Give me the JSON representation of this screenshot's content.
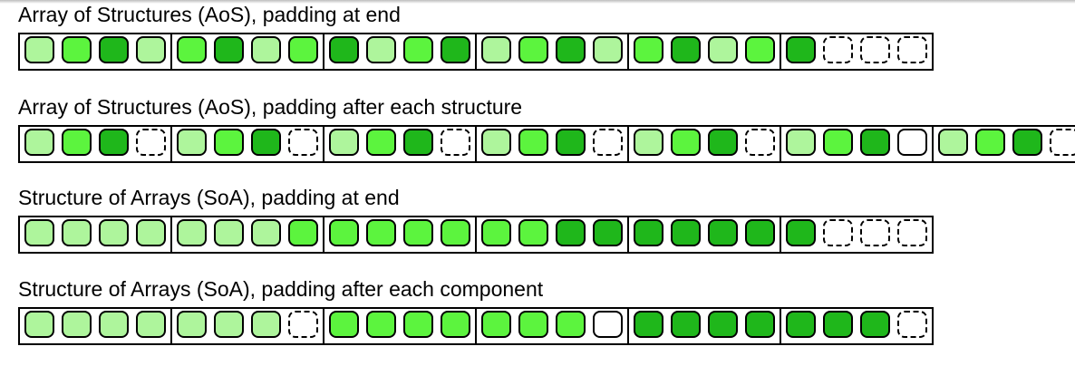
{
  "colors": {
    "light": "#aef59c",
    "mid": "#5cf43e",
    "dark": "#1fb71b",
    "pad": "#ffffff",
    "empty": "#ffffff"
  },
  "rows": [
    {
      "title": "Array of Structures (AoS), padding at end",
      "blocks": [
        [
          "light",
          "mid",
          "dark",
          "light"
        ],
        [
          "mid",
          "dark",
          "light",
          "mid"
        ],
        [
          "dark",
          "light",
          "mid",
          "dark"
        ],
        [
          "light",
          "mid",
          "dark",
          "light"
        ],
        [
          "mid",
          "dark",
          "light",
          "mid"
        ],
        [
          "dark",
          "pad",
          "pad",
          "pad"
        ]
      ]
    },
    {
      "title": "Array of Structures (AoS), padding after each structure",
      "blocks": [
        [
          "light",
          "mid",
          "dark",
          "pad"
        ],
        [
          "light",
          "mid",
          "dark",
          "pad"
        ],
        [
          "light",
          "mid",
          "dark",
          "pad"
        ],
        [
          "light",
          "mid",
          "dark",
          "pad"
        ],
        [
          "light",
          "mid",
          "dark",
          "pad"
        ],
        [
          "light",
          "mid",
          "dark",
          "empty"
        ],
        [
          "light",
          "mid",
          "dark",
          "pad"
        ]
      ]
    },
    {
      "title": "Structure of Arrays (SoA), padding at end",
      "blocks": [
        [
          "light",
          "light",
          "light",
          "light"
        ],
        [
          "light",
          "light",
          "light",
          "mid"
        ],
        [
          "mid",
          "mid",
          "mid",
          "mid"
        ],
        [
          "mid",
          "mid",
          "dark",
          "dark"
        ],
        [
          "dark",
          "dark",
          "dark",
          "dark"
        ],
        [
          "dark",
          "pad",
          "pad",
          "pad"
        ]
      ]
    },
    {
      "title": "Structure of Arrays (SoA), padding after each component",
      "blocks": [
        [
          "light",
          "light",
          "light",
          "light"
        ],
        [
          "light",
          "light",
          "light",
          "pad"
        ],
        [
          "mid",
          "mid",
          "mid",
          "mid"
        ],
        [
          "mid",
          "mid",
          "mid",
          "empty"
        ],
        [
          "dark",
          "dark",
          "dark",
          "dark"
        ],
        [
          "dark",
          "dark",
          "dark",
          "pad"
        ]
      ]
    }
  ]
}
